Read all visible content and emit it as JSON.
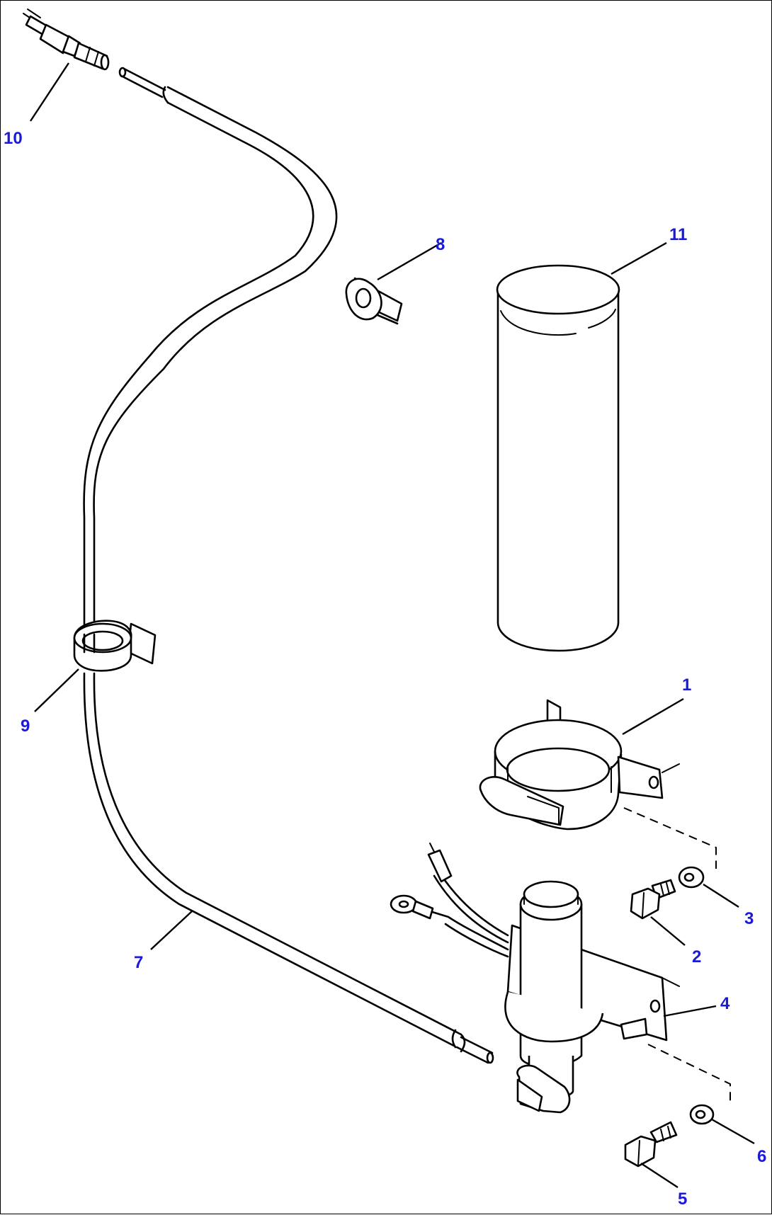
{
  "callouts": {
    "c1": "1",
    "c2": "2",
    "c3": "3",
    "c4": "4",
    "c5": "5",
    "c6": "6",
    "c7": "7",
    "c8": "8",
    "c9": "9",
    "c10": "10",
    "c11": "11"
  },
  "colors": {
    "callout_text": "#1a1ad8",
    "line_art": "#000000",
    "background": "#ffffff"
  }
}
